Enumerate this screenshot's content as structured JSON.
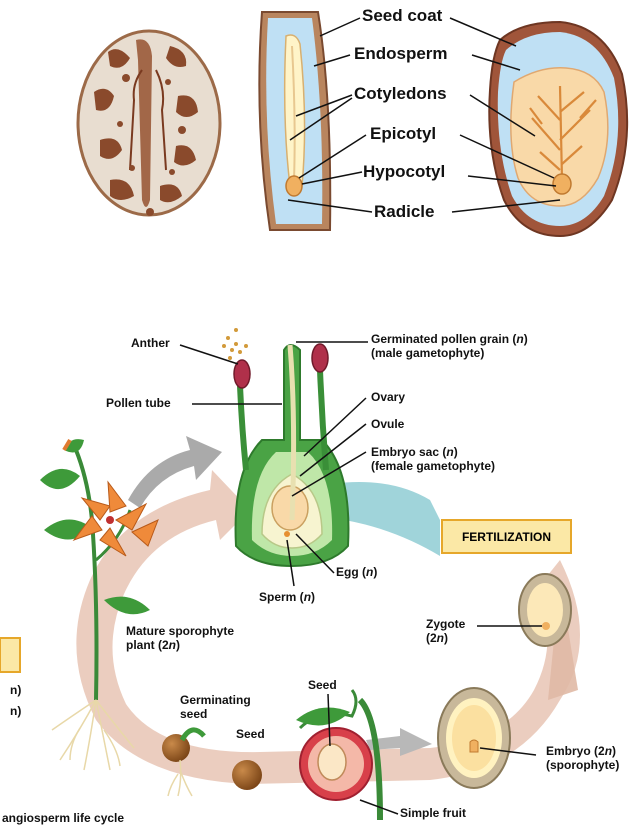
{
  "seed_labels": {
    "seed_coat": "Seed coat",
    "endosperm": "Endosperm",
    "cotyledons": "Cotyledons",
    "epicotyl": "Epicotyl",
    "hypocotyl": "Hypocotyl",
    "radicle": "Radicle"
  },
  "cycle_labels": {
    "anther": "Anther",
    "pollen_tube": "Pollen tube",
    "germinated_pollen_1": "Germinated pollen grain (",
    "germinated_pollen_n": "n",
    "germinated_pollen_2": ")",
    "germinated_pollen_sub": "(male gametophyte)",
    "ovary": "Ovary",
    "ovule": "Ovule",
    "embryo_sac_1": "Embryo sac (",
    "embryo_sac_n": "n",
    "embryo_sac_2": ")",
    "embryo_sac_sub": "(female gametophyte)",
    "fertilization": "FERTILIZATION",
    "egg_1": "Egg (",
    "egg_n": "n",
    "egg_2": ")",
    "sperm_1": "Sperm (",
    "sperm_n": "n",
    "sperm_2": ")",
    "mature_1": "Mature sporophyte",
    "mature_2a": "plant (2",
    "mature_2n": "n",
    "mature_2b": ")",
    "zygote_1": "Zygote",
    "zygote_2a": "(2",
    "zygote_2n": "n",
    "zygote_2b": ")",
    "germinating_1": "Germinating",
    "germinating_2": "seed",
    "seed_a": "Seed",
    "seed_b": "Seed",
    "embryo_1a": "Embryo (2",
    "embryo_1n": "n",
    "embryo_1b": ")",
    "embryo_2": "(sporophyte)",
    "simple_fruit": "Simple fruit",
    "cut_n1": "n)",
    "cut_n2": "n)",
    "caption": "angiosperm life cycle"
  }
}
